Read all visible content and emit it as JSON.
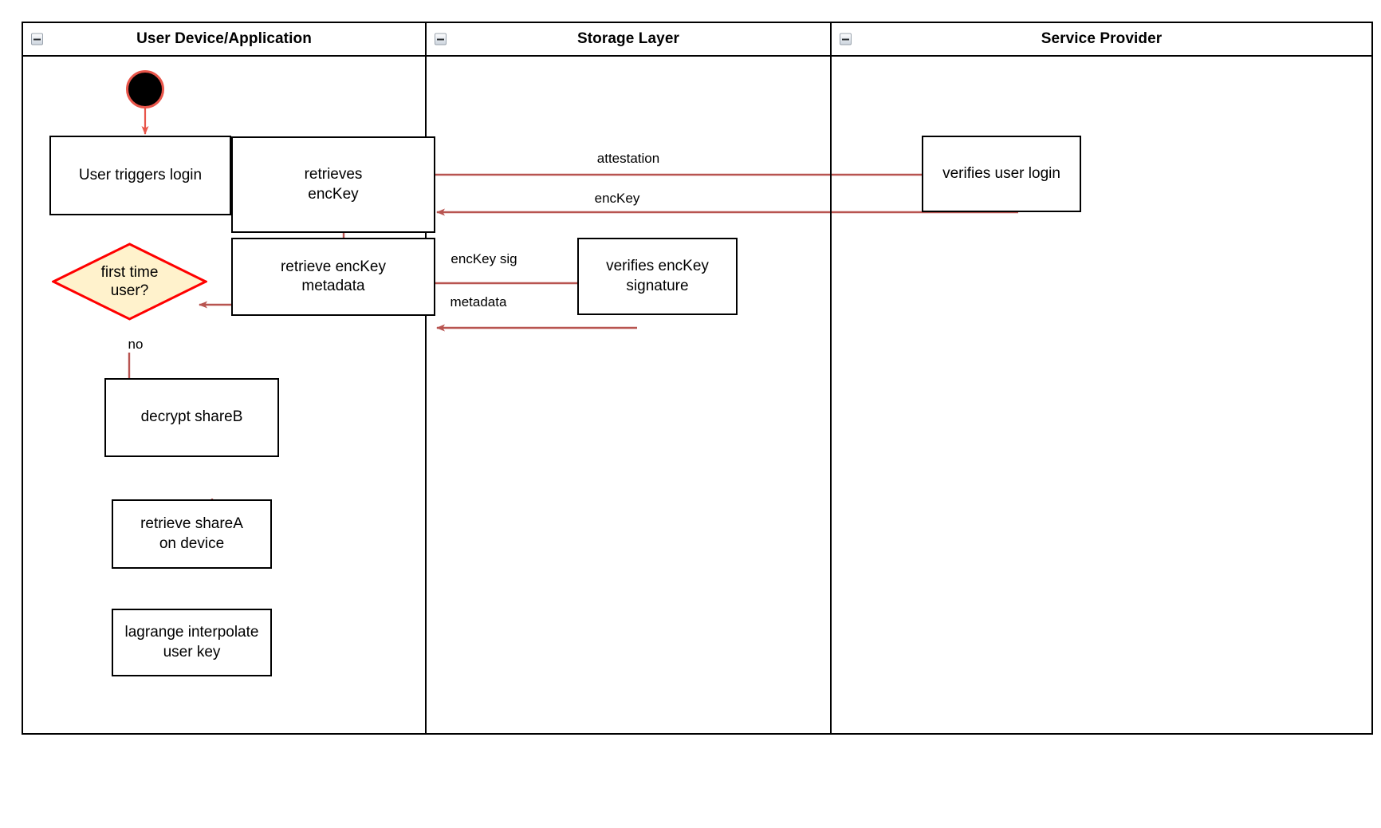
{
  "diagram": {
    "type": "swimlane-activity-diagram",
    "lanes": [
      {
        "id": "user-device",
        "title": "User Device/Application",
        "collapse_icon": "collapse-minus-icon"
      },
      {
        "id": "storage-layer",
        "title": "Storage Layer",
        "collapse_icon": "collapse-minus-icon"
      },
      {
        "id": "service-provider",
        "title": "Service Provider",
        "collapse_icon": "collapse-minus-icon"
      }
    ],
    "nodes": [
      {
        "id": "start",
        "lane": "user-device",
        "shape": "start-circle",
        "label": ""
      },
      {
        "id": "user-triggers-login",
        "lane": "user-device",
        "shape": "rect",
        "label": "User triggers login"
      },
      {
        "id": "retrieves-enckey",
        "lane": "user-device",
        "shape": "rect",
        "label": "retrieves\nencKey"
      },
      {
        "id": "retrieve-enckey-metadata",
        "lane": "user-device",
        "shape": "rect",
        "label": "retrieve encKey\nmetadata"
      },
      {
        "id": "first-time-user",
        "lane": "user-device",
        "shape": "diamond",
        "label": "first time\nuser?"
      },
      {
        "id": "decrypt-shareb",
        "lane": "user-device",
        "shape": "rect",
        "label": "decrypt shareB"
      },
      {
        "id": "retrieve-sharea-on-device",
        "lane": "user-device",
        "shape": "rect",
        "label": "retrieve shareA\non device"
      },
      {
        "id": "lagrange-interpolate-user-key",
        "lane": "user-device",
        "shape": "rect",
        "label": "lagrange interpolate\nuser key"
      },
      {
        "id": "verifies-enckey-signature",
        "lane": "storage-layer",
        "shape": "rect",
        "label": "verifies encKey\nsignature"
      },
      {
        "id": "verifies-user-login",
        "lane": "service-provider",
        "shape": "rect",
        "label": "verifies user login"
      }
    ],
    "edges": [
      {
        "id": "start-to-login",
        "from": "start",
        "to": "user-triggers-login",
        "label": ""
      },
      {
        "id": "login-to-retrieves",
        "from": "user-triggers-login",
        "to": "retrieves-enckey",
        "label": ""
      },
      {
        "id": "retrieves-to-verifies-login",
        "from": "retrieves-enckey",
        "to": "verifies-user-login",
        "label": "attestation"
      },
      {
        "id": "verifies-login-to-retrieves",
        "from": "verifies-user-login",
        "to": "retrieves-enckey",
        "label": "encKey"
      },
      {
        "id": "retrieves-to-metadata",
        "from": "retrieves-enckey",
        "to": "retrieve-enckey-metadata",
        "label": ""
      },
      {
        "id": "metadata-to-verifies-sig",
        "from": "retrieve-enckey-metadata",
        "to": "verifies-enckey-signature",
        "label": "encKey sig"
      },
      {
        "id": "verifies-sig-to-metadata",
        "from": "verifies-enckey-signature",
        "to": "retrieve-enckey-metadata",
        "label": "metadata"
      },
      {
        "id": "metadata-to-decision",
        "from": "retrieve-enckey-metadata",
        "to": "first-time-user",
        "label": ""
      },
      {
        "id": "decision-to-decrypt",
        "from": "first-time-user",
        "to": "decrypt-shareb",
        "label": "no"
      },
      {
        "id": "decrypt-to-retrieve-sharea",
        "from": "decrypt-shareb",
        "to": "retrieve-sharea-on-device",
        "label": ""
      },
      {
        "id": "retrieve-sharea-to-lagrange",
        "from": "retrieve-sharea-on-device",
        "to": "lagrange-interpolate-user-key",
        "label": ""
      }
    ],
    "colors": {
      "edge": "#b85450",
      "node_border": "#000000",
      "node_fill": "#ffffff",
      "decision_fill": "#fff2cc",
      "decision_border": "#ff0000",
      "start_fill": "#000000",
      "start_ring": "#e8554a",
      "lane_border": "#000000",
      "text": "#000000"
    }
  }
}
